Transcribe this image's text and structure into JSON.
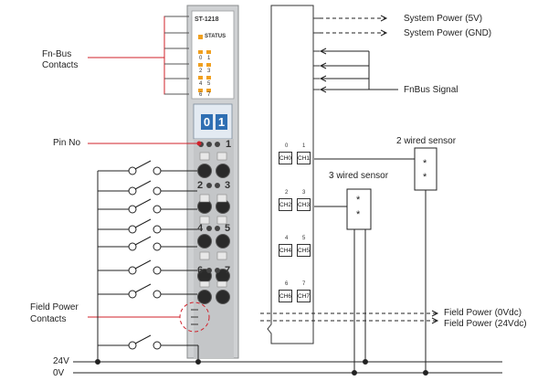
{
  "module": {
    "model": "ST-1218",
    "status": "STATUS",
    "led_labels": [
      "0",
      "1",
      "2",
      "3",
      "4",
      "5",
      "6",
      "7"
    ],
    "display": [
      "0",
      "1"
    ],
    "pin_numbers": [
      "1",
      "2",
      "3",
      "4",
      "5",
      "6",
      "7"
    ]
  },
  "labels": {
    "fnbus_contacts": [
      "Fn-Bus",
      "Contacts"
    ],
    "pin_no": "Pin No",
    "field_power_contacts": [
      "Field Power",
      "Contacts"
    ],
    "system_power_5v": "System Power (5V)",
    "system_power_gnd": "System Power (GND)",
    "fnbus_signal": "FnBus Signal",
    "two_wired_sensor": "2 wired sensor",
    "three_wired_sensor": "3 wired sensor",
    "field_power_0vdc": "Field Power (0Vdc)",
    "field_power_24vdc": "Field Power (24Vdc)",
    "rail_24v": "24V",
    "rail_0v": "0V"
  },
  "channels": [
    {
      "num": "0",
      "name": "CH0"
    },
    {
      "num": "1",
      "name": "CH1"
    },
    {
      "num": "2",
      "name": "CH2"
    },
    {
      "num": "3",
      "name": "CH3"
    },
    {
      "num": "4",
      "name": "CH4"
    },
    {
      "num": "5",
      "name": "CH5"
    },
    {
      "num": "6",
      "name": "CH6"
    },
    {
      "num": "7",
      "name": "CH7"
    }
  ],
  "sensor_marks": "*",
  "colors": {
    "callout": "#d0202a",
    "module_body": "#cfd1d3",
    "display": "#2f6fb3",
    "led": "#f0a020",
    "wire": "#222222"
  }
}
